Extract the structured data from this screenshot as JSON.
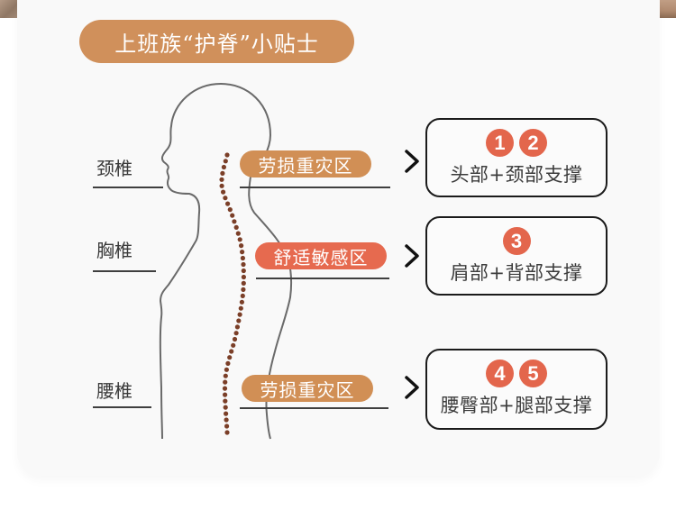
{
  "title": "上班族“护脊”小贴士",
  "zones": [
    {
      "id": "cervical",
      "label": "颈椎",
      "tag": "劳损重灾区",
      "tag_color": "#d18f55",
      "support_numbers": [
        "1",
        "2"
      ],
      "support_text": "头部+颈部支撑"
    },
    {
      "id": "thoracic",
      "label": "胸椎",
      "tag": "舒适敏感区",
      "tag_color": "#e66a4f",
      "support_numbers": [
        "3"
      ],
      "support_text": "肩部+背部支撑"
    },
    {
      "id": "lumbar",
      "label": "腰椎",
      "tag": "劳损重灾区",
      "tag_color": "#d18f55",
      "support_numbers": [
        "4",
        "5"
      ],
      "support_text": "腰臀部+腿部支撑"
    }
  ],
  "colors": {
    "title_pill": "#d0905b",
    "spine_dots": "#7b3f28",
    "number_badge": "#e3664c",
    "outline": "#6a6a6a"
  },
  "icons": {
    "arrow": "chevron-right-icon",
    "spine": "spine-dots-icon",
    "body": "body-silhouette-icon"
  }
}
